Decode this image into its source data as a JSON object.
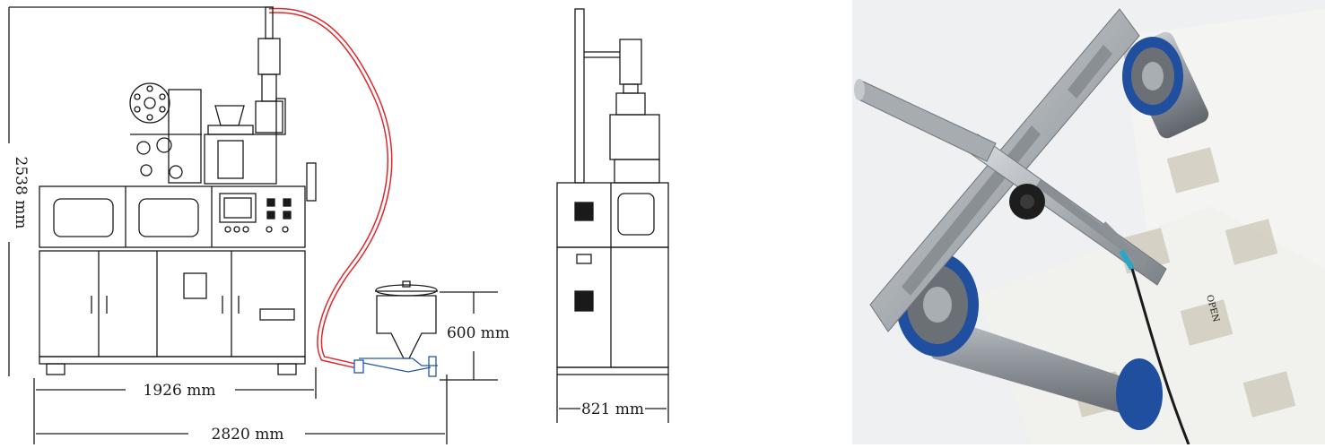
{
  "front_view": {
    "height_label": "2538 mm",
    "width_label": "1926 mm",
    "total_width_label": "2820 mm",
    "hopper_height_label": "600 mm"
  },
  "side_view": {
    "depth_label": "821 mm"
  },
  "photo": {
    "print_text": "OPEN"
  },
  "colors": {
    "line": "#1a1a1a",
    "hose": "#e0282c",
    "accent_blue": "#2456a8",
    "roller_blue": "#1f4f9e",
    "steel": "#b9bec3"
  }
}
